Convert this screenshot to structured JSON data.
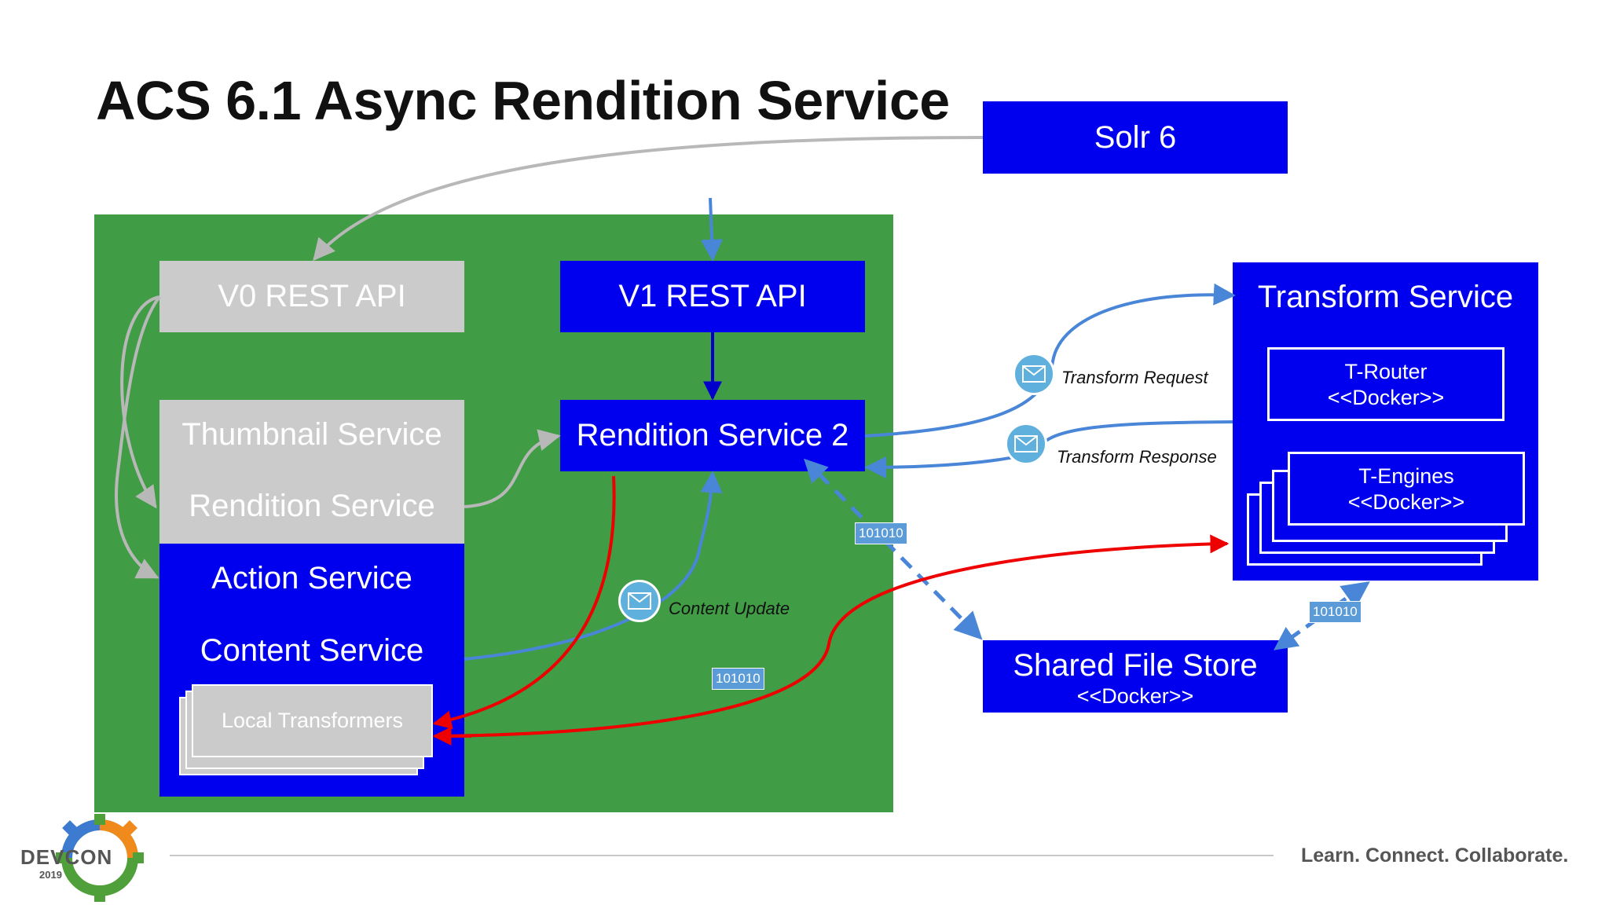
{
  "slide": {
    "title": "ACS 6.1 Async Rendition Service",
    "tagline": "Learn. Connect. Collaborate."
  },
  "boxes": {
    "solr": "Solr 6",
    "v0_api": "V0 REST API",
    "v1_api": "V1 REST API",
    "thumbnail_service": "Thumbnail Service",
    "rendition_service": "Rendition Service",
    "action_service": "Action Service",
    "content_service": "Content Service",
    "local_transformers": "Local Transformers",
    "rendition_service_2": "Rendition Service 2",
    "transform_service": "Transform Service",
    "t_router": "T-Router",
    "t_router_docker": "<<Docker>>",
    "t_engines": "T-Engines",
    "t_engines_docker": "<<Docker>>",
    "shared_file_store": "Shared File Store",
    "shared_file_store_docker": "<<Docker>>"
  },
  "messages": {
    "transform_request": "Transform Request",
    "transform_response": "Transform Response",
    "content_update": "Content Update"
  },
  "badges": {
    "binary_1": "101010",
    "binary_2": "101010",
    "binary_3": "101010"
  },
  "logo": {
    "name": "DEVCON",
    "year": "2019"
  },
  "colors": {
    "blue_box": "#0000ee",
    "gray_box": "#cccbcc",
    "container_green": "#409c45",
    "arrow_blue": "#4a86d8",
    "arrow_red": "#ee0000",
    "arrow_gray": "#b8b8b8"
  }
}
